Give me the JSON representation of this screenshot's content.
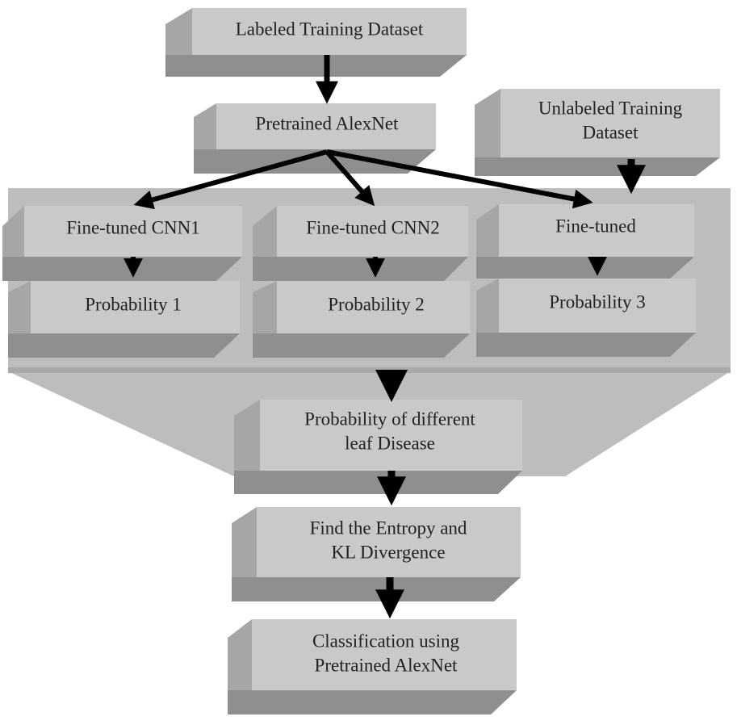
{
  "diagram": {
    "nodes": [
      {
        "id": "labeled-dataset",
        "lines": [
          "Labeled Training Dataset"
        ]
      },
      {
        "id": "pretrained-alexnet",
        "lines": [
          "Pretrained AlexNet"
        ]
      },
      {
        "id": "unlabeled-dataset",
        "lines": [
          "Unlabeled Training",
          "Dataset"
        ]
      },
      {
        "id": "fine-tuned-cnn1",
        "lines": [
          "Fine-tuned CNN1"
        ]
      },
      {
        "id": "fine-tuned-cnn2",
        "lines": [
          "Fine-tuned CNN2"
        ]
      },
      {
        "id": "fine-tuned-3",
        "lines": [
          "Fine-tuned"
        ]
      },
      {
        "id": "probability-1",
        "lines": [
          "Probability 1"
        ]
      },
      {
        "id": "probability-2",
        "lines": [
          "Probability 2"
        ]
      },
      {
        "id": "probability-3",
        "lines": [
          "Probability 3"
        ]
      },
      {
        "id": "probability-disease",
        "lines": [
          "Probability of different",
          "leaf Disease"
        ]
      },
      {
        "id": "entropy-kl",
        "lines": [
          "Find the Entropy and",
          "KL Divergence"
        ]
      },
      {
        "id": "classification",
        "lines": [
          "Classification using",
          "Pretrained AlexNet"
        ]
      }
    ],
    "edges": [
      {
        "from": "labeled-dataset",
        "to": "pretrained-alexnet"
      },
      {
        "from": "pretrained-alexnet",
        "to": "fine-tuned-cnn1"
      },
      {
        "from": "pretrained-alexnet",
        "to": "fine-tuned-cnn2"
      },
      {
        "from": "pretrained-alexnet",
        "to": "fine-tuned-3"
      },
      {
        "from": "unlabeled-dataset",
        "to": "fine-tuned-3"
      },
      {
        "from": "fine-tuned-cnn1",
        "to": "probability-1"
      },
      {
        "from": "fine-tuned-cnn2",
        "to": "probability-2"
      },
      {
        "from": "fine-tuned-3",
        "to": "probability-3"
      },
      {
        "from": "probability-2",
        "to": "probability-disease"
      },
      {
        "from": "probability-disease",
        "to": "entropy-kl"
      },
      {
        "from": "entropy-kl",
        "to": "classification"
      }
    ],
    "colors": {
      "face": "#c9c9c9",
      "side": "#a6a6a6",
      "shade": "#8f8f8f",
      "panel": "#bdbdbd",
      "arrow": "#000000",
      "text": "#222222"
    }
  }
}
